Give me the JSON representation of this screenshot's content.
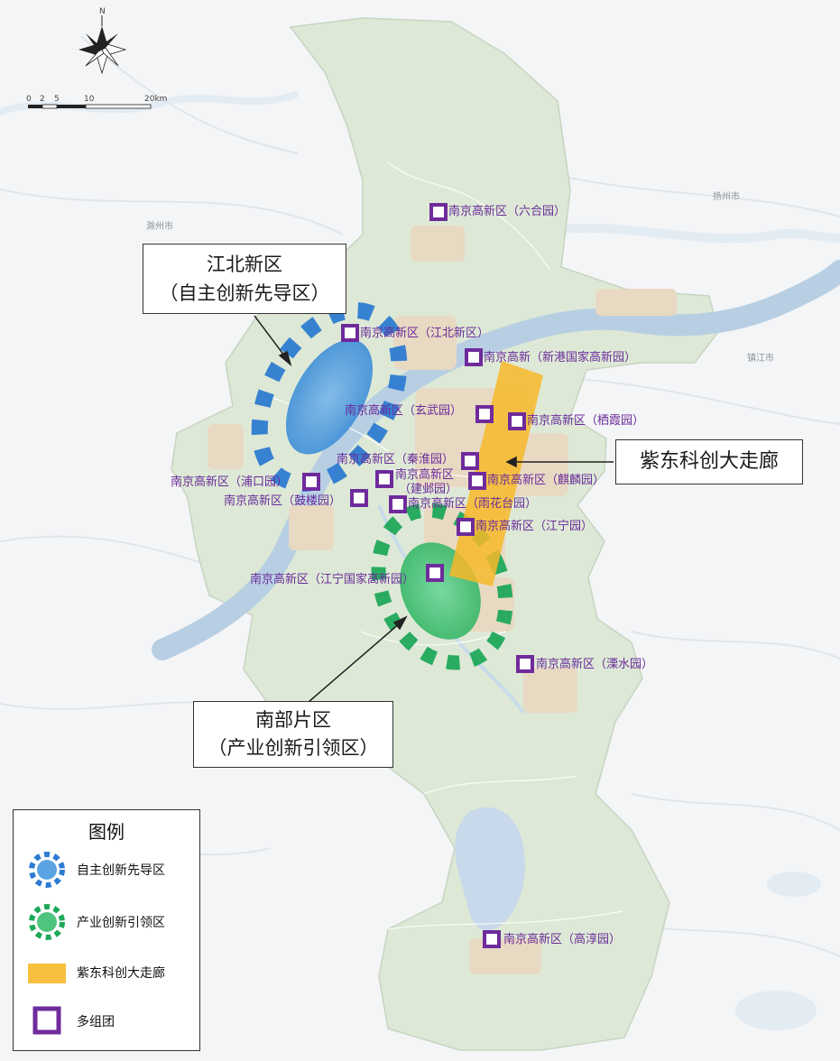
{
  "map": {
    "compass_label": "N",
    "scale": {
      "ticks": [
        "0",
        "2",
        "5",
        "10",
        "20km"
      ]
    },
    "place_labels": [
      "滁州市",
      "扬州市",
      "镇江市"
    ],
    "sites": [
      "南京高新区（六合园）",
      "南京高新区（江北新区）",
      "南京高新（新港国家高新园）",
      "南京高新区（玄武园）",
      "南京高新区（栖霞园）",
      "南京高新区（秦淮园）",
      "南京高新区",
      "（建邺园）",
      "南京高新区（麒麟园）",
      "南京高新区（浦口园）",
      "南京高新区（鼓楼园）",
      "南京高新区（雨花台园）",
      "南京高新区（江宁园）",
      "南京高新区（江宁国家高新园）",
      "南京高新区（溧水园）",
      "南京高新区（高淳园）"
    ],
    "colors": {
      "leader_zone": "#2d7bd1",
      "industry_zone": "#1fa85a",
      "corridor": "#f7b92a",
      "cluster": "#6f2b9c",
      "land": "#dde9d6",
      "water": "#b8cfe3"
    }
  },
  "callouts": {
    "jiangbei": {
      "line1": "江北新区",
      "line2": "（自主创新先导区）"
    },
    "nanbu": {
      "line1": "南部片区",
      "line2": "（产业创新引领区）"
    },
    "zidong": {
      "line1": "紫东科创大走廊"
    }
  },
  "legend": {
    "title": "图例",
    "items": [
      {
        "label": "自主创新先导区",
        "icon": "blue-dashed-circle-icon"
      },
      {
        "label": "产业创新引领区",
        "icon": "green-dashed-circle-icon"
      },
      {
        "label": "紫东科创大走廊",
        "icon": "orange-bar-icon"
      },
      {
        "label": "多组团",
        "icon": "purple-square-icon"
      }
    ]
  }
}
